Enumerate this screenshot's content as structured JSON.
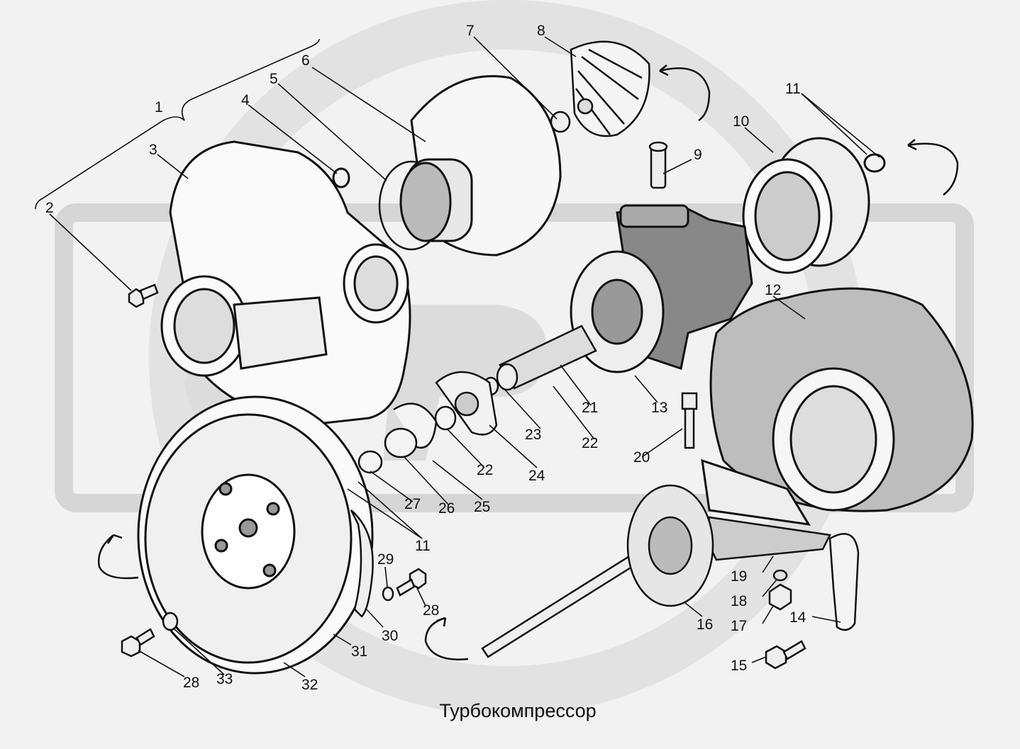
{
  "caption": "Турбокомпрессор",
  "colors": {
    "background": "#f2f2f2",
    "watermark": "#d9d9d9",
    "ink": "#111111"
  },
  "callouts": [
    {
      "id": "c1",
      "label": "1"
    },
    {
      "id": "c2",
      "label": "2"
    },
    {
      "id": "c3",
      "label": "3"
    },
    {
      "id": "c4",
      "label": "4"
    },
    {
      "id": "c5",
      "label": "5"
    },
    {
      "id": "c6",
      "label": "6"
    },
    {
      "id": "c7",
      "label": "7"
    },
    {
      "id": "c8",
      "label": "8"
    },
    {
      "id": "c9",
      "label": "9"
    },
    {
      "id": "c10",
      "label": "10"
    },
    {
      "id": "c11a",
      "label": "11"
    },
    {
      "id": "c11b",
      "label": "11"
    },
    {
      "id": "c12",
      "label": "12"
    },
    {
      "id": "c13",
      "label": "13"
    },
    {
      "id": "c14",
      "label": "14"
    },
    {
      "id": "c15",
      "label": "15"
    },
    {
      "id": "c16",
      "label": "16"
    },
    {
      "id": "c17",
      "label": "17"
    },
    {
      "id": "c18",
      "label": "18"
    },
    {
      "id": "c19",
      "label": "19"
    },
    {
      "id": "c20",
      "label": "20"
    },
    {
      "id": "c21",
      "label": "21"
    },
    {
      "id": "c22a",
      "label": "22"
    },
    {
      "id": "c22b",
      "label": "22"
    },
    {
      "id": "c23",
      "label": "23"
    },
    {
      "id": "c24",
      "label": "24"
    },
    {
      "id": "c25",
      "label": "25"
    },
    {
      "id": "c26",
      "label": "26"
    },
    {
      "id": "c27",
      "label": "27"
    },
    {
      "id": "c28a",
      "label": "28"
    },
    {
      "id": "c28b",
      "label": "28"
    },
    {
      "id": "c29",
      "label": "29"
    },
    {
      "id": "c30",
      "label": "30"
    },
    {
      "id": "c31",
      "label": "31"
    },
    {
      "id": "c32",
      "label": "32"
    },
    {
      "id": "c33",
      "label": "33"
    }
  ]
}
